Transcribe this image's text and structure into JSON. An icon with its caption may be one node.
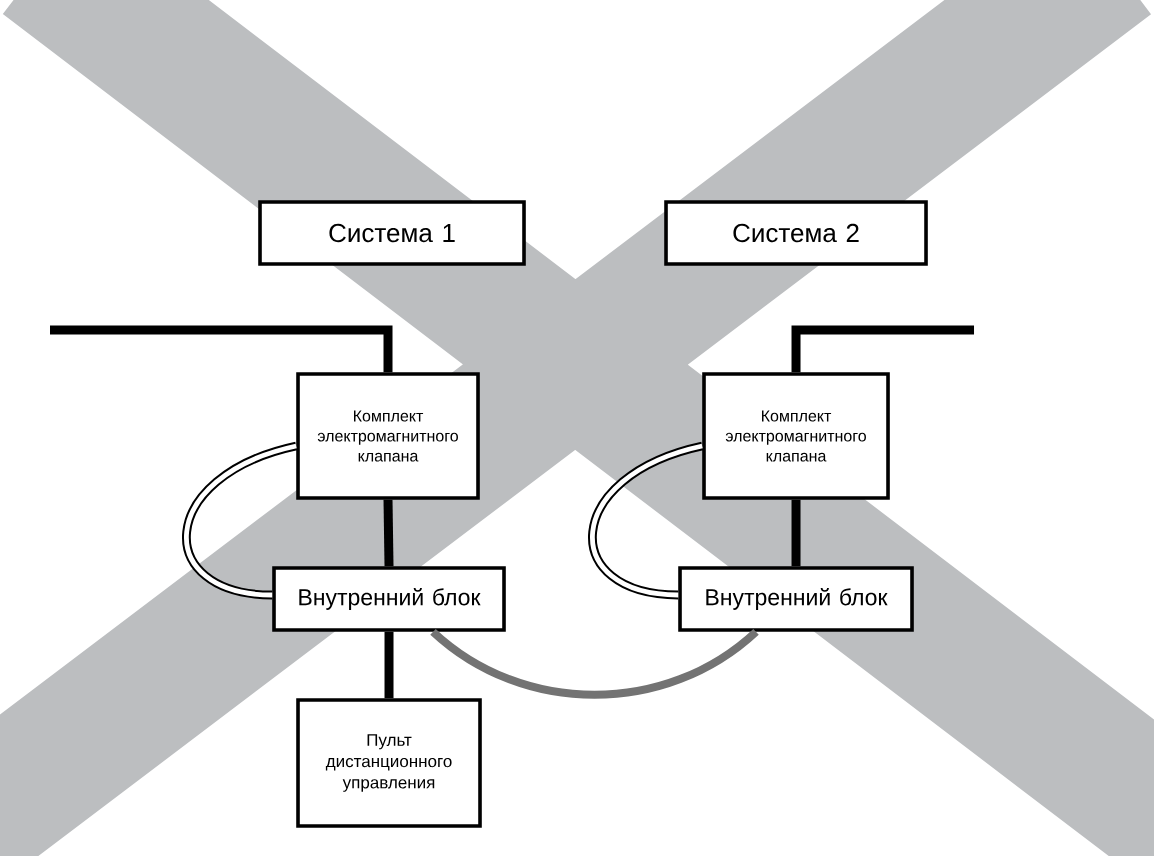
{
  "diagram": {
    "nodes": [
      {
        "text": [
          "Система 1"
        ]
      },
      {
        "text": [
          "Система 2"
        ]
      },
      {
        "text": [
          "Комплект электромагнитного клапана"
        ]
      },
      {
        "text": [
          "Внутренний блок"
        ]
      },
      {
        "text": [
          "Пульт дистанционного управления"
        ]
      },
      {
        "text": [
          "Комплект электромагнитного клапана"
        ]
      },
      {
        "text": [
          "Внутренний блок"
        ]
      }
    ],
    "edges": [
      {
        "from": null,
        "to": 2,
        "arrow": "none"
      },
      {
        "from": 2,
        "to": 3,
        "arrow": "none"
      },
      {
        "from": 3,
        "to": 4,
        "arrow": "none"
      },
      {
        "from": 2,
        "to": 3,
        "arrow": "none"
      },
      {
        "from": null,
        "to": 5,
        "arrow": "none"
      },
      {
        "from": 5,
        "to": 6,
        "arrow": "none"
      },
      {
        "from": 5,
        "to": 6,
        "arrow": "none"
      },
      {
        "from": 3,
        "to": 6,
        "arrow": "none",
        "color": "#737373"
      }
    ]
  }
}
